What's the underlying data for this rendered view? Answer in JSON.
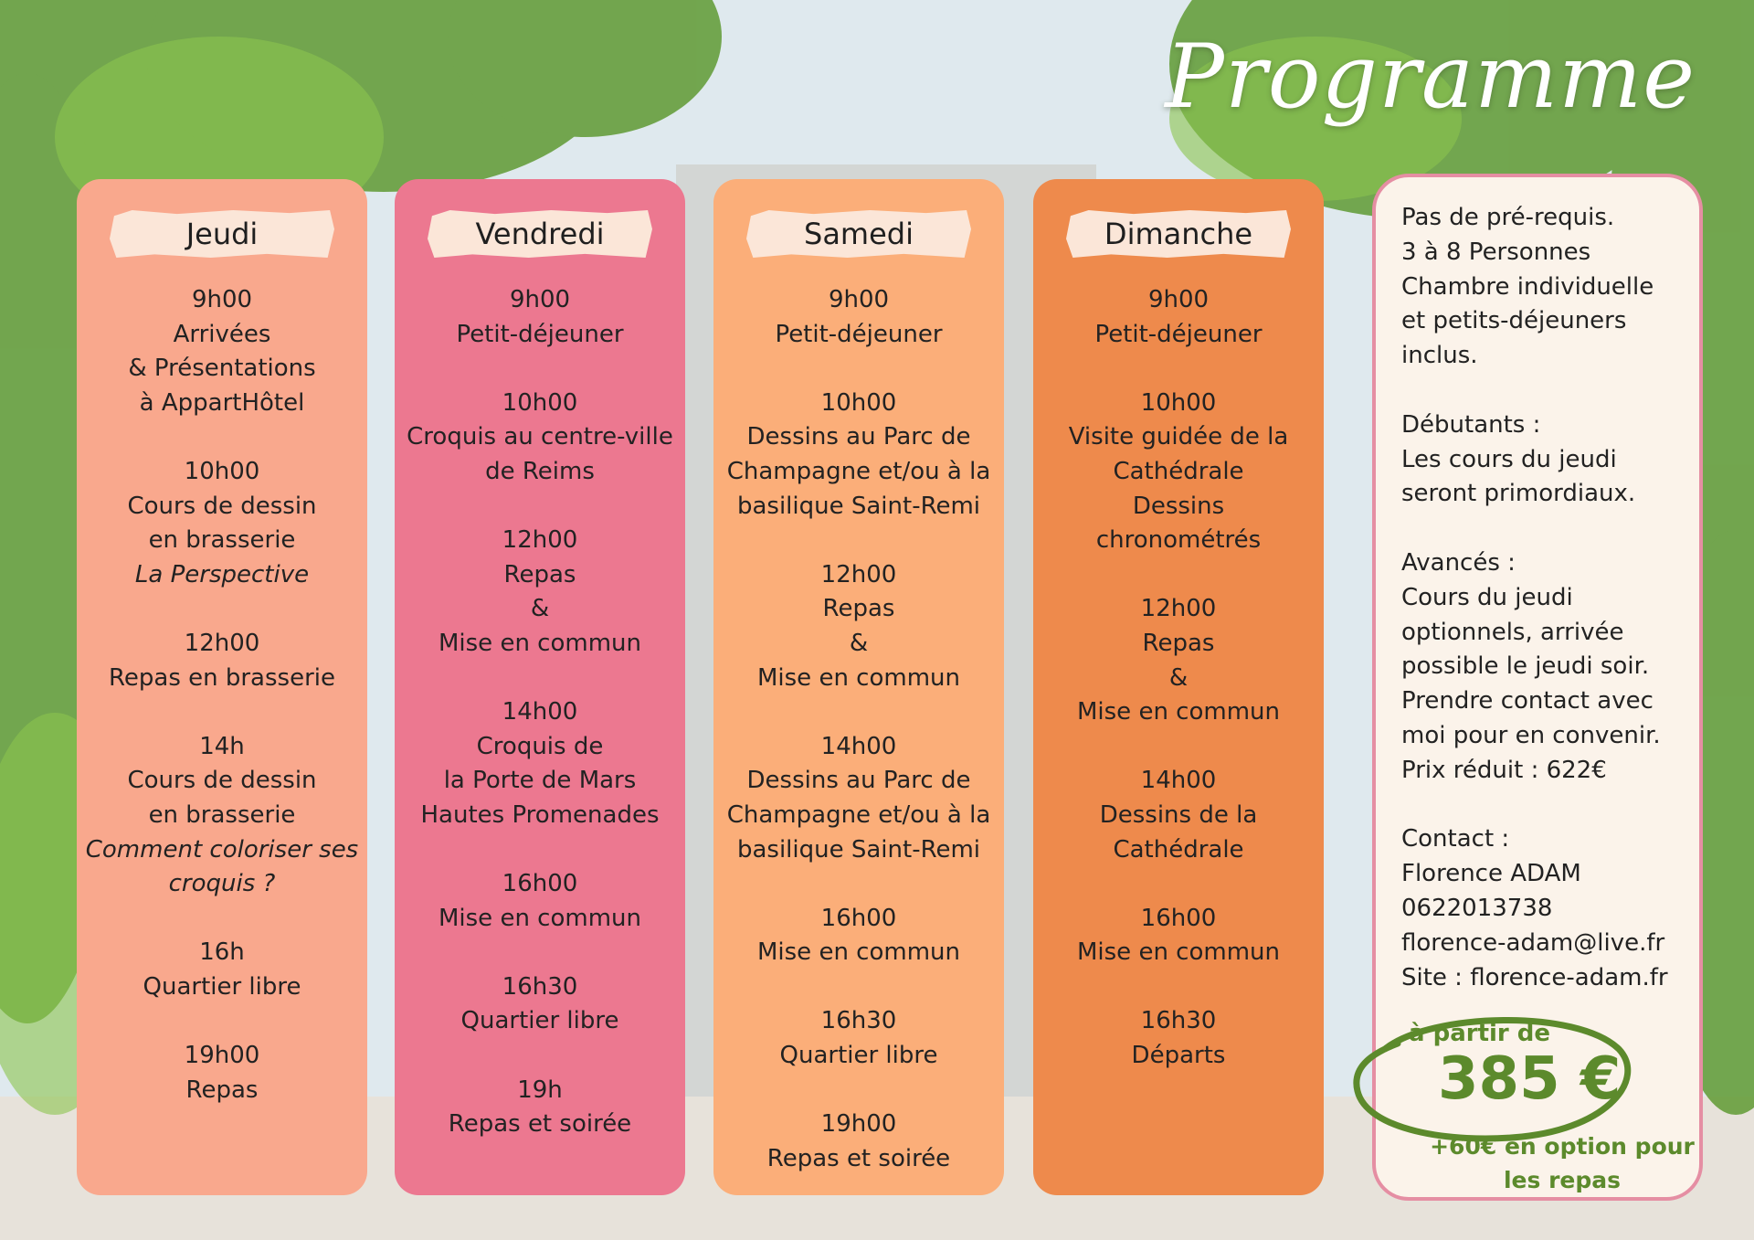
{
  "header": {
    "title": "Programme"
  },
  "colors": {
    "jeudi": "#f9a88d",
    "vendredi": "#ec7890",
    "samedi": "#fbae79",
    "dimanche": "#ee8a4c",
    "info_border": "#e58ea3",
    "price_green": "#5c8a2c"
  },
  "days": [
    {
      "name": "Jeudi",
      "events": [
        {
          "time": "9h00",
          "lines": [
            "Arrivées",
            "& Présentations",
            "à AppartHôtel"
          ]
        },
        {
          "time": "10h00",
          "lines": [
            "Cours de dessin",
            "en brasserie"
          ],
          "italic": [
            "La Perspective"
          ]
        },
        {
          "time": "12h00",
          "lines": [
            "Repas en brasserie"
          ]
        },
        {
          "time": "14h",
          "lines": [
            "Cours de dessin",
            "en brasserie"
          ],
          "italic": [
            "Comment coloriser ses",
            "croquis ?"
          ]
        },
        {
          "time": "16h",
          "lines": [
            "Quartier libre"
          ]
        },
        {
          "time": "19h00",
          "lines": [
            "Repas"
          ]
        }
      ]
    },
    {
      "name": "Vendredi",
      "events": [
        {
          "time": "9h00",
          "lines": [
            "Petit-déjeuner"
          ]
        },
        {
          "time": "10h00",
          "lines": [
            "Croquis au centre-ville",
            "de Reims"
          ]
        },
        {
          "time": "12h00",
          "lines": [
            "Repas",
            "&",
            "Mise en commun"
          ]
        },
        {
          "time": "14h00",
          "lines": [
            "Croquis de",
            "la Porte de Mars",
            "Hautes Promenades"
          ]
        },
        {
          "time": "16h00",
          "lines": [
            "Mise en commun"
          ]
        },
        {
          "time": "16h30",
          "lines": [
            "Quartier libre"
          ]
        },
        {
          "time": "19h",
          "lines": [
            "Repas et soirée"
          ]
        }
      ]
    },
    {
      "name": "Samedi",
      "events": [
        {
          "time": "9h00",
          "lines": [
            "Petit-déjeuner"
          ]
        },
        {
          "time": "10h00",
          "lines": [
            "Dessins au Parc de",
            "Champagne et/ou à la",
            "basilique Saint-Remi"
          ]
        },
        {
          "time": "12h00",
          "lines": [
            "Repas",
            "&",
            "Mise en commun"
          ]
        },
        {
          "time": "14h00",
          "lines": [
            "Dessins au Parc de",
            "Champagne et/ou à la",
            "basilique Saint-Remi"
          ]
        },
        {
          "time": "16h00",
          "lines": [
            "Mise en commun"
          ]
        },
        {
          "time": "16h30",
          "lines": [
            "Quartier libre"
          ]
        },
        {
          "time": "19h00",
          "lines": [
            "Repas et soirée"
          ]
        }
      ]
    },
    {
      "name": "Dimanche",
      "events": [
        {
          "time": "9h00",
          "lines": [
            "Petit-déjeuner"
          ]
        },
        {
          "time": "10h00",
          "lines": [
            "Visite guidée de la",
            "Cathédrale",
            "Dessins",
            "chronométrés"
          ]
        },
        {
          "time": "12h00",
          "lines": [
            "Repas",
            "&",
            "Mise en commun"
          ]
        },
        {
          "time": "14h00",
          "lines": [
            "Dessins de la",
            "Cathédrale"
          ]
        },
        {
          "time": "16h00",
          "lines": [
            "Mise en commun"
          ]
        },
        {
          "time": "16h30",
          "lines": [
            "Départs"
          ]
        }
      ]
    }
  ],
  "info": {
    "blocks": [
      [
        "Pas de pré-requis.",
        "3 à 8 Personnes",
        "Chambre individuelle",
        "et petits-déjeuners",
        "inclus."
      ],
      [
        "Débutants :",
        "Les cours du jeudi",
        "seront primordiaux."
      ],
      [
        "Avancés :",
        "Cours du jeudi",
        "optionnels, arrivée",
        "possible le jeudi soir.",
        "Prendre contact avec",
        "moi pour en convenir.",
        "Prix réduit : 622€"
      ],
      [
        "Contact :",
        "Florence ADAM",
        "0622013738",
        "florence-adam@live.fr",
        "Site : florence-adam.fr"
      ]
    ]
  },
  "price": {
    "from_label": "à partir de",
    "amount": "385 €",
    "option_line1": "+60€ en option pour",
    "option_line2": "les repas"
  }
}
